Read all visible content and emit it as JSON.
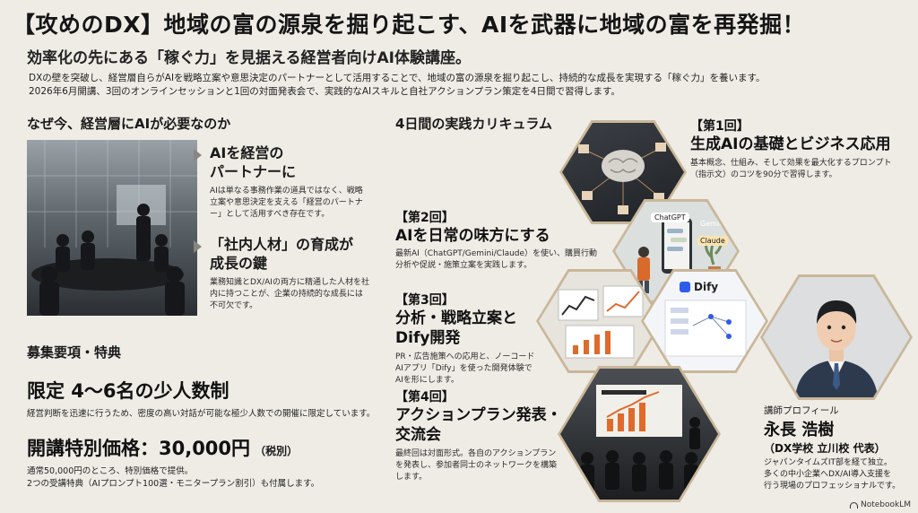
{
  "title": "【攻めのDX】地域の富の源泉を掘り起こす、AIを武器に地域の富を再発掘！",
  "subtitle": "効率化の先にある「稼ぐ力」を見据える経営者向けAI体験講座。",
  "intro": {
    "line1": "DXの壁を突破し、経営層自らがAIを戦略立案や意思決定のパートナーとして活用することで、地域の富の源泉を掘り起こし、持続的な成長を実現する「稼ぐ力」を養います。",
    "line2": "2026年6月開講、3回のオンラインセッションと1回の対面発表会で、実践的なAIスキルと自社アクションプラン策定を4日間で習得します。"
  },
  "why": {
    "heading": "なぜ今、経営層にAIが必要なのか",
    "card1": {
      "head1": "AIを経営の",
      "head2": "パートナーに",
      "body": "AIは単なる事務作業の道具ではなく、戦略立案や意思決定を支える「経営のパートナー」として活用すべき存在です。"
    },
    "card2": {
      "head1": "「社内人材」の育成が",
      "head2": "成長の鍵",
      "body": "業務知識とDX/AIの両方に精通した人材を社内に持つことが、企業の持続的な成長には不可欠です。"
    }
  },
  "recruit": {
    "heading": "募集要項・特典",
    "limit": "限定 4〜6名の少人数制",
    "limit_note": "経営判断を迅速に行うため、密度の高い対話が可能な極少人数での開催に限定しています。",
    "price_label": "開講特別価格：30,000円",
    "price_tax": "（税別）",
    "price_note1": "通常50,000円のところ、特別価格で提供。",
    "price_note2": "2つの受講特典（AIプロンプト100選・モニタープラン割引）も付属します。"
  },
  "curriculum": {
    "heading": "4日間の実践カリキュラム",
    "sessions": [
      {
        "label": "【第1回】",
        "title": "生成AIの基礎とビジネス応用",
        "body": "基本概念、仕組み、そして効果を最大化するプロンプト（指示文）のコツを90分で習得します。"
      },
      {
        "label": "【第2回】",
        "title": "AIを日常の味方にする",
        "body": "最新AI（ChatGPT/Gemini/Claude）を使い、購買行動分析や促説・施策立案を実践します。"
      },
      {
        "label": "【第3回】",
        "title1": "分析・戦略立案と",
        "title2": "Dify開発",
        "body": "PR・広告施策への応用と、ノーコードAIアプリ「Dify」を使った開発体験でAIを形にします。"
      },
      {
        "label": "【第4回】",
        "title1": "アクションプラン発表・",
        "title2": "交流会",
        "body": "最終回は対面形式。各自のアクションプランを発表し、参加者同士のネットワークを構築します。"
      }
    ],
    "hex_labels": {
      "chatgpt": "ChatGPT",
      "gemini": "Gemini",
      "claude": "Claude",
      "dify": "Dify"
    }
  },
  "profile": {
    "label": "講師プロフィール",
    "name": "永長 浩樹",
    "org": "（DX学校 立川校 代表）",
    "desc1": "ジャパンタイムズIT部を経て独立。",
    "desc2": "多くの中小企業へDX/AI導入支援を",
    "desc3": "行う現場のプロフェッショナルです。"
  },
  "watermark": "NotebookLM",
  "colors": {
    "background": "#efece6",
    "hex_border": "#c9b79a",
    "accent_orange": "#e06a2b"
  }
}
